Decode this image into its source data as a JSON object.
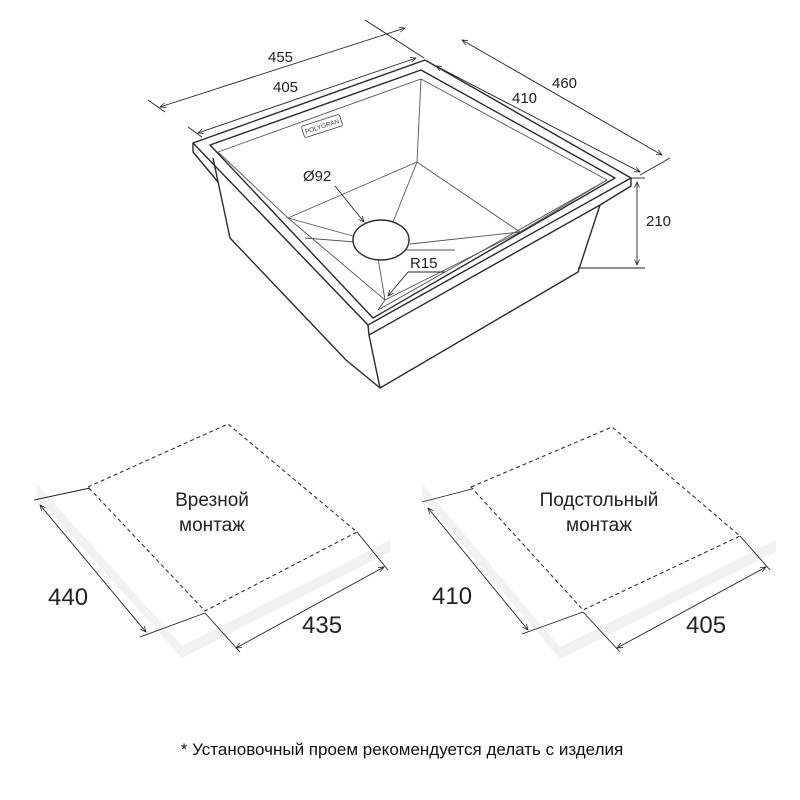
{
  "sink": {
    "brand_logo": "POLYGRAN",
    "dimensions": {
      "outer_width": "455",
      "inner_width": "405",
      "inner_depth": "410",
      "outer_depth": "460",
      "height": "210",
      "drain": "Ø92",
      "corner_radius": "R15"
    }
  },
  "installations": [
    {
      "title_line1": "Врезной",
      "title_line2": "монтаж",
      "depth": "440",
      "width": "435"
    },
    {
      "title_line1": "Подстольный",
      "title_line2": "монтаж",
      "depth": "410",
      "width": "405"
    }
  ],
  "footnote": "* Установочный проем рекомендуется делать с изделия"
}
